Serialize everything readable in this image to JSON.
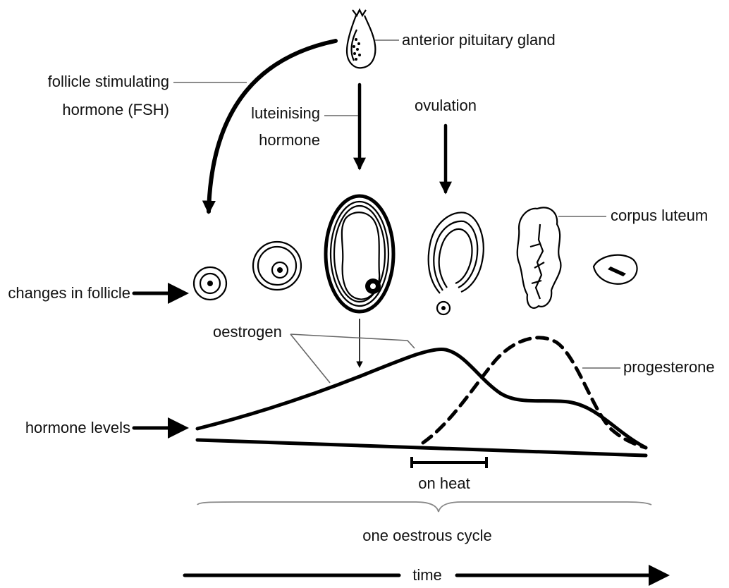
{
  "labels": {
    "anterior_pituitary": "anterior pituitary gland",
    "fsh_line1": "follicle stimulating",
    "fsh_line2": "hormone (FSH)",
    "lh_line1": "luteinising",
    "lh_line2": "hormone",
    "ovulation": "ovulation",
    "corpus_luteum": "corpus luteum",
    "changes_in_follicle": "changes in follicle",
    "oestrogen": "oestrogen",
    "progesterone": "progesterone",
    "hormone_levels": "hormone levels",
    "on_heat": "on heat",
    "one_oestrous_cycle": "one oestrous cycle",
    "time": "time"
  }
}
